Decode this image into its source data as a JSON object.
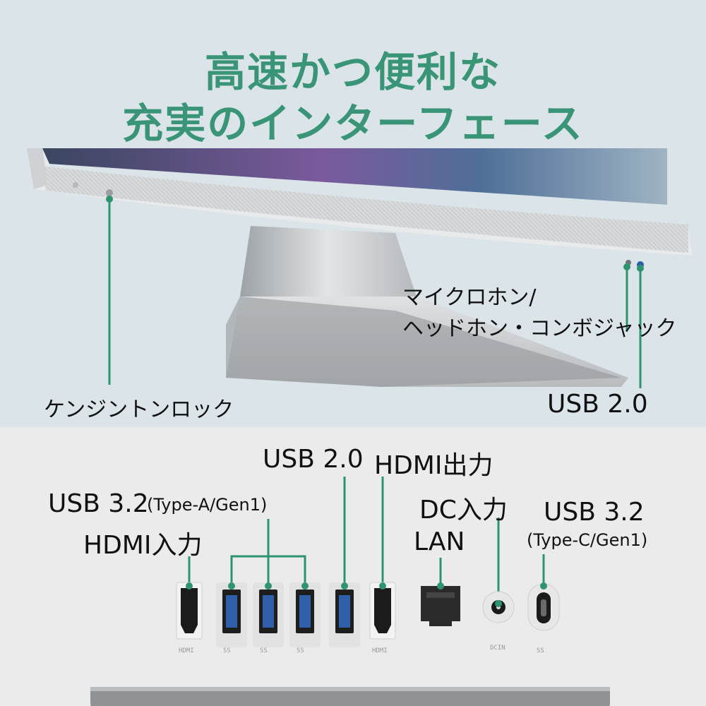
{
  "title": {
    "line1": "高速かつ便利な",
    "line2": "充実のインターフェース"
  },
  "top_labels": {
    "kensington": "ケンジントンロック",
    "mic_line1": "マイクロホン/",
    "mic_line2": "ヘッドホン・コンボジャック",
    "usb20_side": "USB 2.0"
  },
  "bottom_labels": {
    "usb32a_main": "USB 3.2",
    "usb32a_sub": "(Type-A/Gen1)",
    "hdmi_in": "HDMI入力",
    "usb20": "USB 2.0",
    "hdmi_out": "HDMI出力",
    "dc_in": "DC入力",
    "lan": "LAN",
    "usb32c_main": "USB 3.2",
    "usb32c_sub": "(Type-C/Gen1)"
  },
  "port_tags": {
    "hdmi_in": "HDMI",
    "usb_a1": "SS",
    "usb_a2": "SS",
    "usb_a3": "SS",
    "usb_20": "",
    "hdmi_out": "HDMI",
    "dc": "DCIN",
    "usb_c": "SS"
  },
  "colors": {
    "accent": "#3a9577",
    "usb3_blue": "#2e5fa8"
  }
}
